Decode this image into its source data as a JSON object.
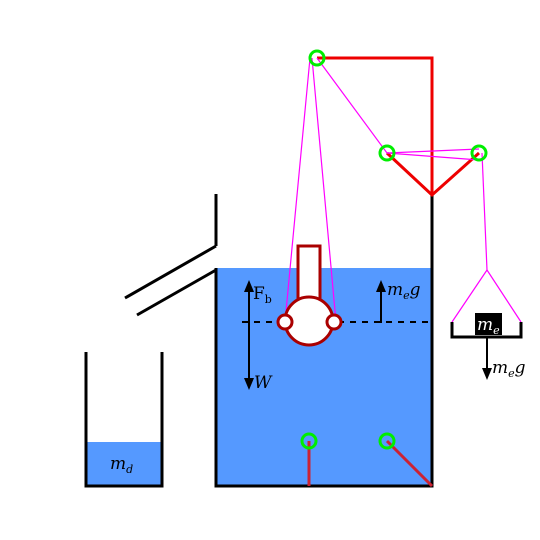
{
  "labels": {
    "buoyant_force": "F",
    "buoyant_force_sub": "b",
    "weight": "W",
    "effective_force": "m",
    "effective_force_sub": "e",
    "effective_force_g": "g",
    "effective_mass": "m",
    "effective_mass_sub": "e",
    "weight_of_effective_mass": "m",
    "weight_of_effective_mass_sub": "e",
    "weight_of_effective_mass_g": "g",
    "displaced_mass": "m",
    "displaced_mass_sub": "d"
  },
  "colors": {
    "water": "#5599ff",
    "structure": "#000000",
    "beam": "#ee0000",
    "string": "#ff00ff",
    "pivot": "#00ee00",
    "body": "#aa0000",
    "effective_mass_box": "#000000"
  }
}
